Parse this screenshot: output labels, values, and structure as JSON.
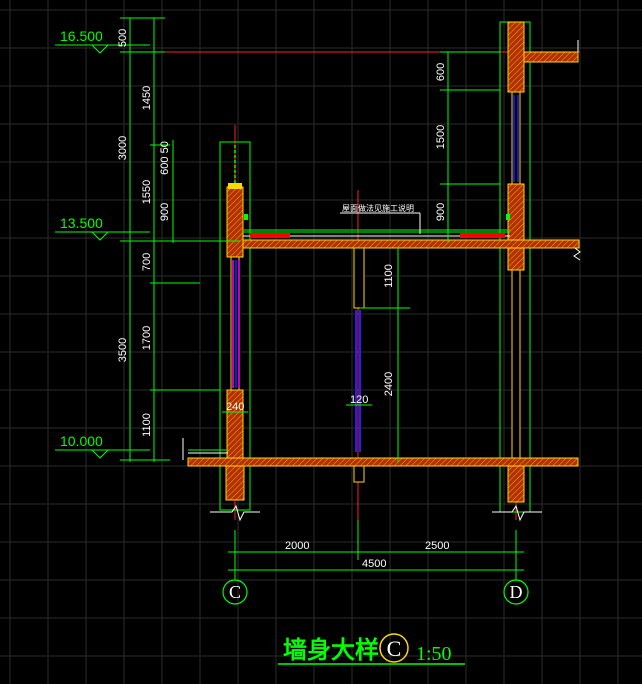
{
  "levels": [
    "16.500",
    "13.500",
    "10.000"
  ],
  "left_dims_outer": [
    "500",
    "3000",
    "3500"
  ],
  "left_dims_inner": [
    "1450",
    "1550",
    "700",
    "1700",
    "1100"
  ],
  "wall_dims": [
    "600 50",
    "900"
  ],
  "right_dims": [
    "600",
    "1500",
    "900"
  ],
  "middle_dims": [
    "1100",
    "2400"
  ],
  "wall_thickness": [
    "240",
    "120"
  ],
  "bottom_dims": [
    "2000",
    "2500",
    "4500"
  ],
  "axis_labels": [
    "C",
    "D"
  ],
  "roof_note": "屋面做法见施工说明",
  "title": {
    "text": "墙身大样",
    "bubble": "C",
    "scale": "1:50"
  },
  "colors": {
    "background": "#000000",
    "dimension": "#00ff00",
    "axis": "#ff0000",
    "wall_fill": "#c83c00",
    "wall_edge": "#ffd700",
    "glass": "#2020ff",
    "glass_alt": "#ff00ff",
    "text": "#ffffff"
  }
}
